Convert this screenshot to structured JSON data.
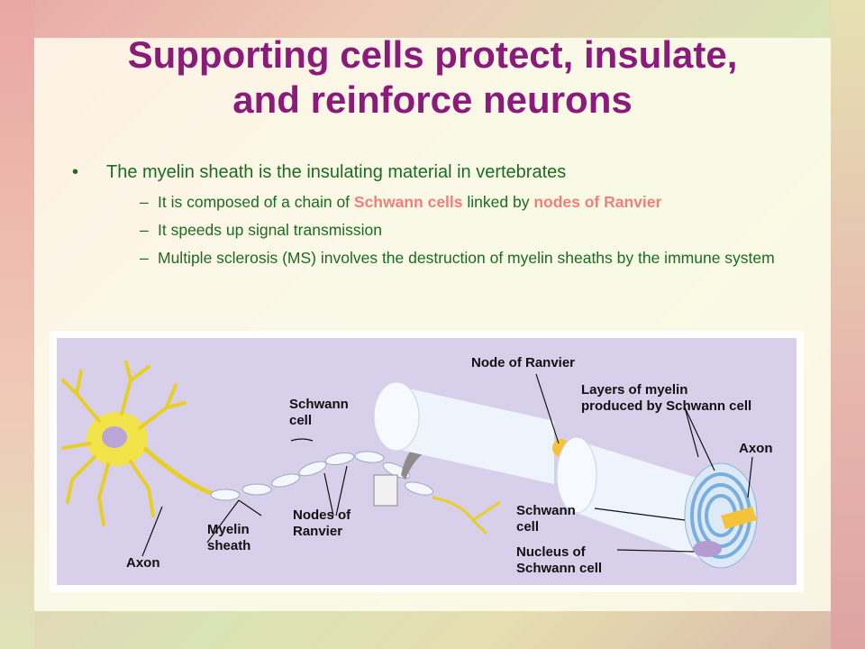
{
  "slide": {
    "title_line1": "Supporting cells protect, insulate,",
    "title_line2": "and reinforce neurons"
  },
  "bullet": {
    "text": "The myelin sheath is the insulating material in vertebrates",
    "subs": [
      {
        "pre": "It is composed of a chain of ",
        "hl1": "Schwann cells",
        "mid": " linked by ",
        "hl2": "nodes of Ranvier"
      },
      {
        "text": "It speeds up signal transmission"
      },
      {
        "text": "Multiple sclerosis (MS) involves the destruction of myelin sheaths by the immune system"
      }
    ]
  },
  "figure": {
    "labels": {
      "schwann_cell_1a": "Schwann",
      "schwann_cell_1b": "cell",
      "myelin_sheath_a": "Myelin",
      "myelin_sheath_b": "sheath",
      "nodes_ranvier_a": "Nodes of",
      "nodes_ranvier_b": "Ranvier",
      "axon_left": "Axon",
      "node_of_ranvier": "Node of Ranvier",
      "layers_a": "Layers of myelin",
      "layers_b": "produced by Schwann cell",
      "axon_right": "Axon",
      "schwann_cell_2a": "Schwann",
      "schwann_cell_2b": "cell",
      "nucleus_a": "Nucleus of",
      "nucleus_b": "Schwann cell"
    },
    "colors": {
      "figure_bg": "#d8d0ea",
      "neuron": "#f2e34a",
      "myelin": "#eef4fb",
      "spiral": "#7aaedc",
      "nucleus": "#b59bd0"
    }
  }
}
